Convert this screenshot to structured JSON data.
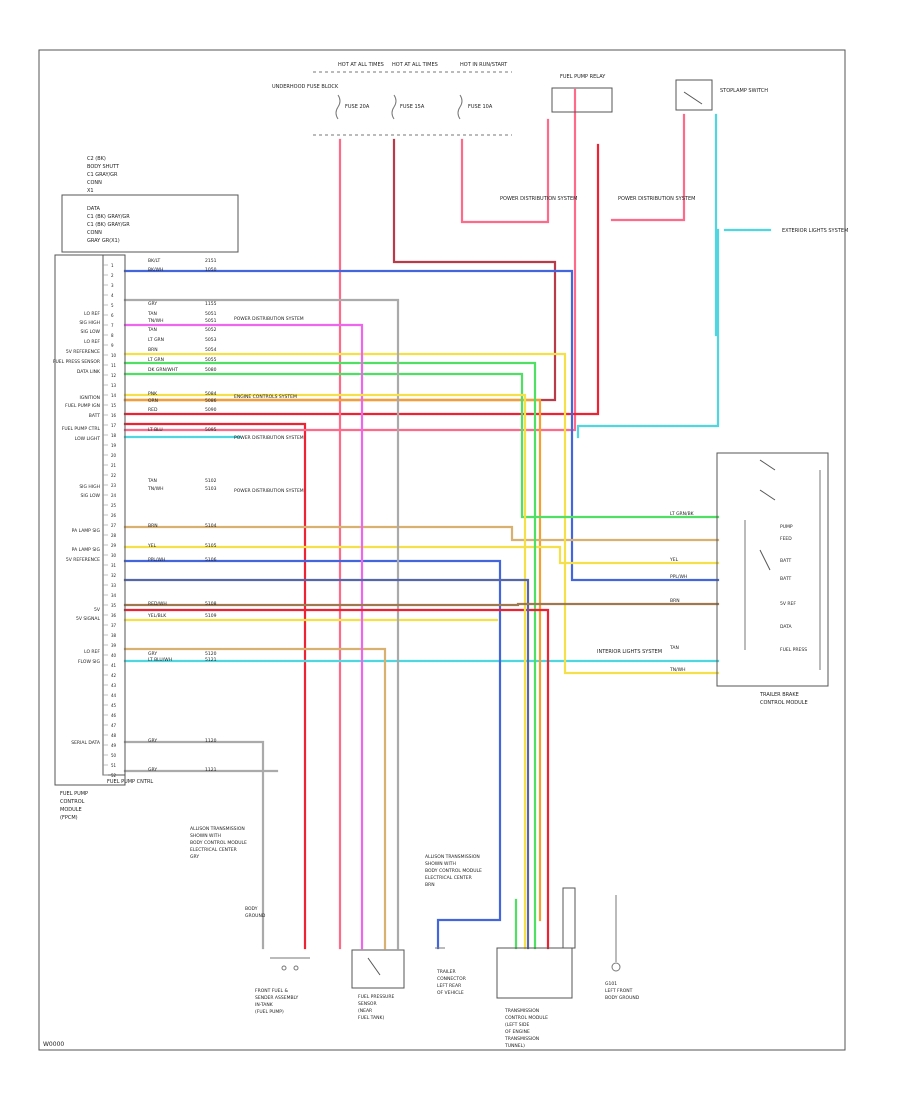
{
  "diagram": {
    "footer_code": "W0000",
    "ecm_header_lines": [
      "C2 (BK)",
      "BODY SHUTT",
      "C1 GRAY/GR",
      "CONN",
      "X1"
    ],
    "ecm_sub_lines": [
      "DATA",
      "C1 (BK) GRAY/GR",
      "C1 (BK) GRAY/GR",
      "CONN",
      "GRAY GR(X1)"
    ],
    "ecm_bottom_label": "FUEL PUMP CNTRL",
    "ecm_name_lines": [
      "FUEL PUMP",
      "CONTROL",
      "MODULE",
      "(FPCM)"
    ],
    "top_labels": [
      {
        "id": "hot1",
        "text": "HOT AT ALL TIMES"
      },
      {
        "id": "hot2",
        "text": "HOT AT ALL TIMES"
      },
      {
        "id": "hot3",
        "text": "HOT IN RUN/START"
      },
      {
        "id": "fuse_block",
        "text": "UNDERHOOD FUSE BLOCK"
      },
      {
        "id": "fuse1",
        "text": "FUSE 20A"
      },
      {
        "id": "fuse2",
        "text": "FUSE 15A"
      },
      {
        "id": "fuse3",
        "text": "FUSE 10A"
      },
      {
        "id": "relay_box",
        "text": "FUEL PUMP RELAY"
      },
      {
        "id": "dist_left",
        "text": "POWER DISTRIBUTION SYSTEM"
      },
      {
        "id": "dist_right",
        "text": "POWER DISTRIBUTION SYSTEM"
      },
      {
        "id": "stoplamp",
        "text": "STOPLAMP SWITCH"
      },
      {
        "id": "exterior_lights",
        "text": "EXTERIOR LIGHTS SYSTEM"
      }
    ],
    "pin_labels": [
      "LO REF",
      "SIG HIGH",
      "SIG LOW",
      "LO REF",
      "5V REFERENCE",
      "FUEL PRESS SENSOR",
      "DATA LINK",
      "IGNITION",
      "FUEL PUMP IGN",
      "BATT",
      "FUEL PUMP CTRL",
      "LOW LIGHT",
      "SIG HIGH",
      "SIG LOW",
      "PA LAMP SIG",
      "PA LAMP SIG",
      "5V REFERENCE",
      "5V",
      "5V SIGNAL",
      "LO REF",
      "FLOW SIG",
      "SERIAL DATA"
    ],
    "wire_codes": [
      {
        "c": "BK/LT",
        "n": "2151"
      },
      {
        "c": "BK/WH",
        "n": "1050"
      },
      {
        "c": "GRY",
        "n": "1155"
      },
      {
        "c": "TAN",
        "n": "5051"
      },
      {
        "c": "TN/WH",
        "n": "5051"
      },
      {
        "c": "TAN",
        "n": "5052"
      },
      {
        "c": "LT GRN",
        "n": "5053"
      },
      {
        "c": "BRN",
        "n": "5054"
      },
      {
        "c": "LT GRN",
        "n": "5055"
      },
      {
        "c": "DK GRN/WHT",
        "n": "5080"
      },
      {
        "c": "PNK",
        "n": "5084"
      },
      {
        "c": "ORN",
        "n": "5086"
      },
      {
        "c": "RED",
        "n": "5090"
      },
      {
        "c": "LT BLU",
        "n": "5095"
      },
      {
        "c": "TAN",
        "n": "5102"
      },
      {
        "c": "TN/WH",
        "n": "5103"
      },
      {
        "c": "BRN",
        "n": "5104"
      },
      {
        "c": "YEL",
        "n": "5105"
      },
      {
        "c": "PPL/WH",
        "n": "5106"
      },
      {
        "c": "RED/WH",
        "n": "5108"
      },
      {
        "c": "YEL/BLK",
        "n": "5109"
      },
      {
        "c": "GRY",
        "n": "5120"
      },
      {
        "c": "LT BLU/WH",
        "n": "5121"
      },
      {
        "c": "GRY",
        "n": "1120"
      },
      {
        "c": "GRY",
        "n": "1121"
      }
    ],
    "side_notes": [
      "POWER DISTRIBUTION SYSTEM",
      "ENGINE CONTROLS SYSTEM",
      "POWER DISTRIBUTION SYSTEM",
      "POWER DISTRIBUTION SYSTEM"
    ],
    "right_module": {
      "name_lines": [
        "TRAILER BRAKE",
        "CONTROL MODULE"
      ],
      "pins": [
        "PUMP",
        "FEED",
        "BATT",
        "BATT",
        "5V REF",
        "DATA",
        "FUEL PRESS"
      ],
      "wire_labels": [
        "LT GRN/BK",
        "YEL",
        "PPL/WH",
        "BRN",
        "TAN",
        "TN/WH"
      ],
      "note": "INTERIOR LIGHTS SYSTEM"
    },
    "bottom_components": [
      {
        "id": "ground_note",
        "lines": [
          "ALLISON TRANSMISSION",
          "SHOWN WITH",
          "BODY CONTROL MODULE",
          "ELECTRICAL CENTER",
          "GRY"
        ]
      },
      {
        "id": "ground",
        "lines": [
          "BODY",
          "GROUND"
        ]
      },
      {
        "id": "fuel_pump",
        "lines": [
          "FRONT FUEL &",
          "SENDER ASSEMBLY",
          "IN-TANK",
          "(FUEL PUMP)"
        ]
      },
      {
        "id": "fuel_sensor",
        "lines": [
          "FUEL PRESSURE",
          "SENSOR",
          "(NEAR",
          "FUEL TANK)"
        ]
      },
      {
        "id": "trailer",
        "lines": [
          "TRAILER",
          "CONNECTOR",
          "LEFT REAR",
          "OF VEHICLE"
        ]
      },
      {
        "id": "trans_note",
        "lines": [
          "ALLISON TRANSMISSION",
          "SHOWN WITH",
          "BODY CONTROL MODULE",
          "ELECTRICAL CENTER",
          "BRN"
        ]
      },
      {
        "id": "trans_module",
        "lines": [
          "TRANSMISSION",
          "CONTROL MODULE",
          "(LEFT SIDE",
          "OF ENGINE",
          "TRANSMISSION",
          "TUNNEL)"
        ]
      },
      {
        "id": "body_ground",
        "lines": [
          "G101",
          "LEFT FRONT",
          "BODY GROUND"
        ]
      }
    ],
    "colors": {
      "red": "#ee2233",
      "pink": "#ff6a8a",
      "dark_red": "#bb3a4a",
      "blue": "#4466dd",
      "light_blue": "#4fd6e0",
      "yellow": "#f5e04a",
      "orange": "#f3a030",
      "tan": "#d8b070",
      "green": "#4fe063",
      "magenta": "#ee66ee",
      "gray": "#aaaaaa",
      "purple": "#5566aa",
      "brown": "#a07850",
      "dark_blue": "#3344bb"
    }
  }
}
